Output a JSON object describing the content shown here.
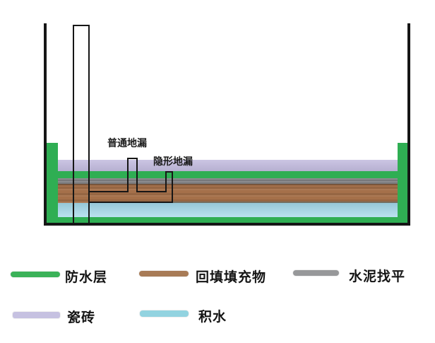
{
  "diagram": {
    "title_semantic": "floor-drain-waterproofing-cross-section",
    "annotations": {
      "ordinary_drain_label": "普通地漏",
      "invisible_drain_label": "隐形地漏"
    },
    "colors": {
      "outline": "#161616",
      "waterproof": "#2fae53",
      "tile": "#c3bcdf",
      "cement": "#8b8b8e",
      "backfill": "#a5704a",
      "water": "#a3d8ea"
    }
  },
  "legend": {
    "rows": [
      {
        "items": [
          {
            "label": "防水层",
            "color": "#3bb259"
          },
          {
            "label": "回填填充物",
            "color": "#a87b56"
          },
          {
            "label": "水泥找平",
            "color": "#97989a"
          }
        ]
      },
      {
        "items": [
          {
            "label": "瓷砖",
            "color": "#c6c1e1"
          },
          {
            "label": "积水",
            "color": "#92d3e0"
          }
        ]
      }
    ]
  }
}
